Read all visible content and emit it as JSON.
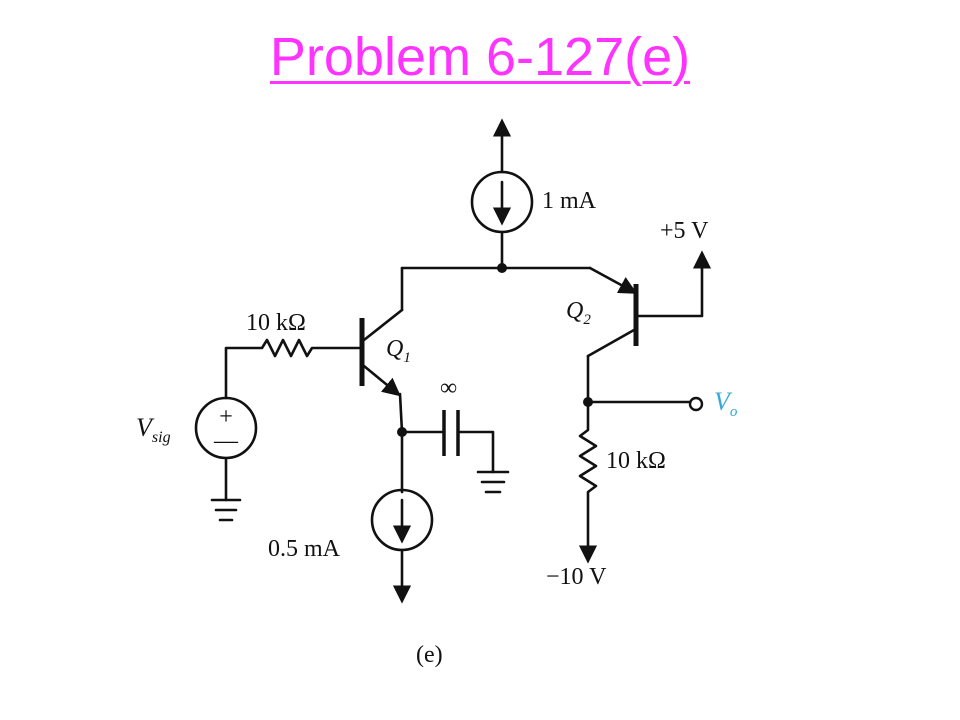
{
  "title": "Problem 6-127(e)",
  "colors": {
    "title": "#ff33ff",
    "output": "#33aadd",
    "wire": "#111111"
  },
  "circuit": {
    "current_source_top": "1 mA",
    "current_source_bottom": "0.5 mA",
    "supply_pos": "+5 V",
    "supply_neg": "−10 V",
    "resistor_input": "10 kΩ",
    "resistor_load": "10 kΩ",
    "capacitor": "∞",
    "transistor_1": {
      "letter": "Q",
      "sub": "1"
    },
    "transistor_2": {
      "letter": "Q",
      "sub": "2"
    },
    "source": {
      "letter": "V",
      "sub": "sig",
      "plus": "+",
      "minus": "—"
    },
    "output": {
      "letter": "V",
      "sub": "o"
    }
  },
  "caption": "(e)"
}
